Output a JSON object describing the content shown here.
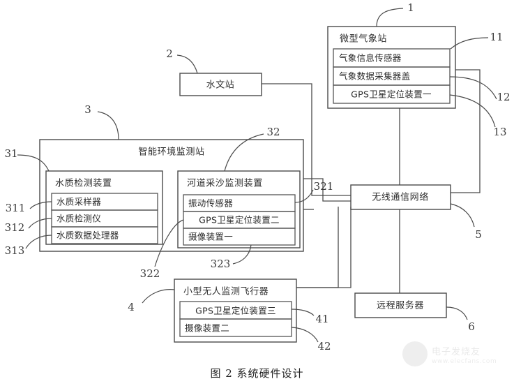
{
  "figure": {
    "caption": "图 2    系统硬件设计"
  },
  "blocks": {
    "weather_station": {
      "title": "微型气象站",
      "items": [
        "气象信息传感器",
        "气象数据采集器盖",
        "GPS卫星定位装置一"
      ]
    },
    "hydrology_station": {
      "title": "水文站"
    },
    "env_station": {
      "title": "智能环境监测站",
      "water_quality": {
        "title": "水质检测装置",
        "items": [
          "水质采样器",
          "水质检测仪",
          "水质数据处理器"
        ]
      },
      "river_sand": {
        "title": "河道采沙监测装置",
        "items": [
          "振动传感器",
          "GPS卫星定位装置二",
          "摄像装置一"
        ]
      }
    },
    "uav": {
      "title": "小型无人监测飞行器",
      "items": [
        "GPS卫星定位装置三",
        "摄像装置二"
      ]
    },
    "wireless_network": {
      "title": "无线通信网络"
    },
    "remote_server": {
      "title": "远程服务器"
    }
  },
  "callouts": {
    "c1": "1",
    "c11": "11",
    "c12": "12",
    "c13": "13",
    "c2": "2",
    "c3": "3",
    "c31": "31",
    "c311": "311",
    "c312": "312",
    "c313": "313",
    "c32": "32",
    "c321": "321",
    "c322": "322",
    "c323": "323",
    "c4": "4",
    "c41": "41",
    "c42": "42",
    "c5": "5",
    "c6": "6"
  },
  "watermark": {
    "text": "电子发烧友",
    "url": "www.elecfans.com"
  }
}
